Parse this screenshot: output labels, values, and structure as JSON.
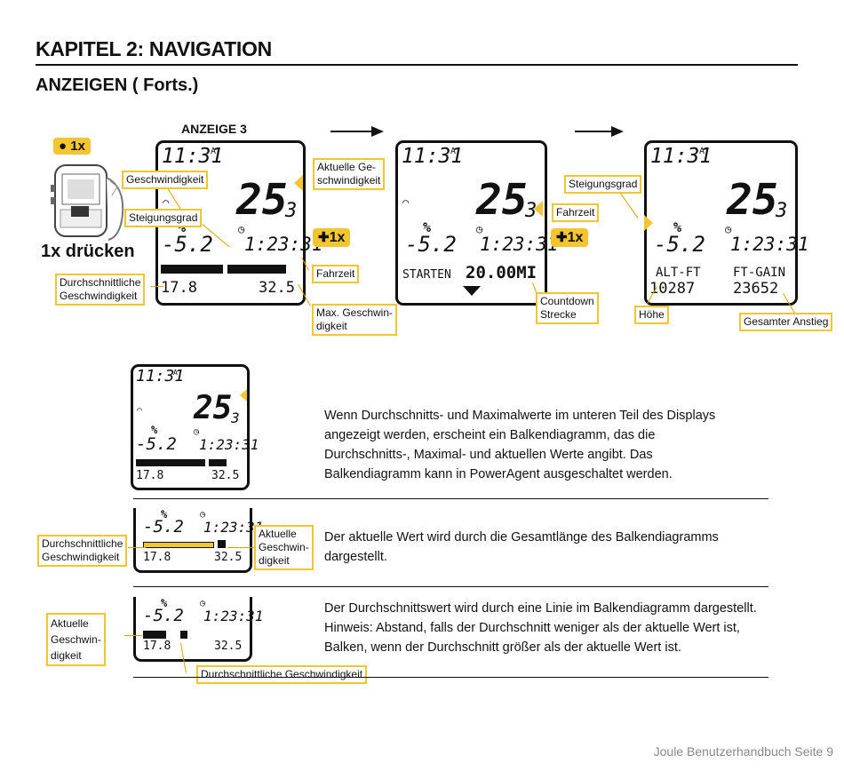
{
  "header": {
    "chapter": "KAPITEL 2: NAVIGATION",
    "section": "ANZEIGEN ( Forts.)"
  },
  "display_label": "ANZEIGE 3",
  "press": {
    "badge": "1x",
    "text": "1x drücken"
  },
  "plus_badge": "1x",
  "screen": {
    "time": "11:31",
    "am": "A",
    "speed": "25",
    "speed_sub": "3",
    "percent": "%",
    "grade": "-5.2",
    "ride_time": "1:23:31",
    "avg": "17.8",
    "max": "32.5",
    "start": "STARTEN",
    "distance": "20.00MI",
    "alt_label": "ALT-FT",
    "gain_label": "FT-GAIN",
    "alt": "10287",
    "gain": "23652"
  },
  "labels": {
    "speed": "Geschwindigkeit",
    "grade": "Steigungsgrad",
    "avg_speed": [
      "Durchschnittliche",
      "Geschwindigkeit"
    ],
    "cur_speed": [
      "Aktuelle Ge-",
      "schwindigkeit"
    ],
    "ride_time": "Fahrzeit",
    "max_speed": [
      "Max. Geschwin-",
      "digkeit"
    ],
    "ride_time2": "Fahrzeit",
    "countdown": [
      "Countdown",
      "Strecke"
    ],
    "grade2": "Steigungsgrad",
    "height": "Höhe",
    "total_climb": "Gesamter Anstieg",
    "avg_speed2": [
      "Durchschnittliche",
      "Geschwindigkeit"
    ],
    "cur_speed2": [
      "Aktuelle",
      "Geschwin-",
      "digkeit"
    ],
    "cur_speed3": [
      "Aktuelle",
      "Geschwin-",
      "digkeit"
    ],
    "avg_speed3": "Durchschnittliche Geschwindigkeit"
  },
  "paragraphs": {
    "p1": [
      "Wenn Durchschnitts- und Maximalwerte im unteren Teil des Displays",
      "angezeigt werden, erscheint ein Balkendiagramm, das die",
      "Durchschnitts-, Maximal- und aktuellen Werte angibt. Das",
      "Balkendiagramm kann in PowerAgent ausgeschaltet werden."
    ],
    "p2": [
      "Der aktuelle Wert wird durch die Gesamtlänge des Balkendiagramms",
      "dargestellt."
    ],
    "p3": [
      "Der Durchschnittswert wird durch eine Linie im Balkendiagramm dargestellt.",
      "Hinweis: Abstand, falls der Durchschnitt weniger als der aktuelle Wert ist,",
      "Balken, wenn der Durchschnitt größer als der aktuelle Wert ist."
    ]
  },
  "footer": "Joule Benutzerhandbuch Seite 9",
  "colors": {
    "accent": "#f3c530",
    "text": "#111111",
    "footer": "#888888"
  }
}
